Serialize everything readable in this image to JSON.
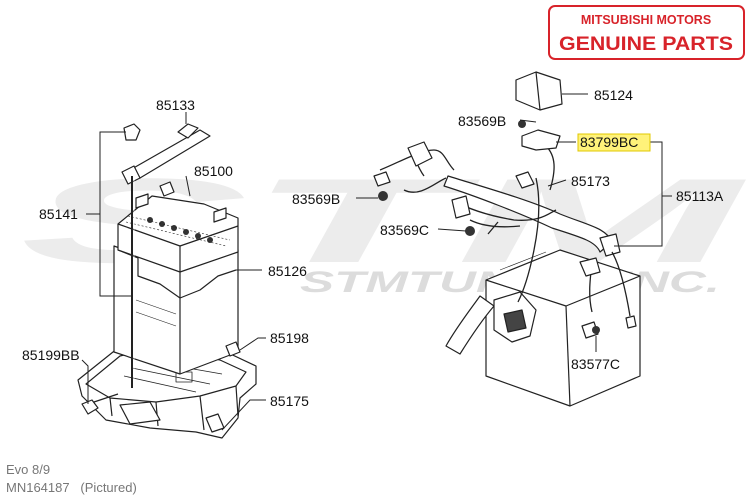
{
  "brand": {
    "line1": "MITSUBISHI MOTORS",
    "line2": "GENUINE PARTS",
    "color": "#d8232a"
  },
  "watermark": {
    "logo": "STM",
    "text": "STMTUNING INC.",
    "color": "#e6e6e6"
  },
  "parts": {
    "p85133": "85133",
    "p85100": "85100",
    "p85141": "85141",
    "p85126": "85126",
    "p85198": "85198",
    "p85199bb": "85199BB",
    "p85175": "85175",
    "p85124": "85124",
    "p83569b_top": "83569B",
    "p83799bc": "83799BC",
    "p85173": "85173",
    "p83569b_left": "83569B",
    "p85113a": "85113A",
    "p83569c": "83569C",
    "p83577c": "83577C"
  },
  "highlight": {
    "part": "83799BC",
    "color": "#fff27a"
  },
  "caption": {
    "model": "Evo 8/9",
    "part_number": "MN164187   (Pictured)"
  }
}
